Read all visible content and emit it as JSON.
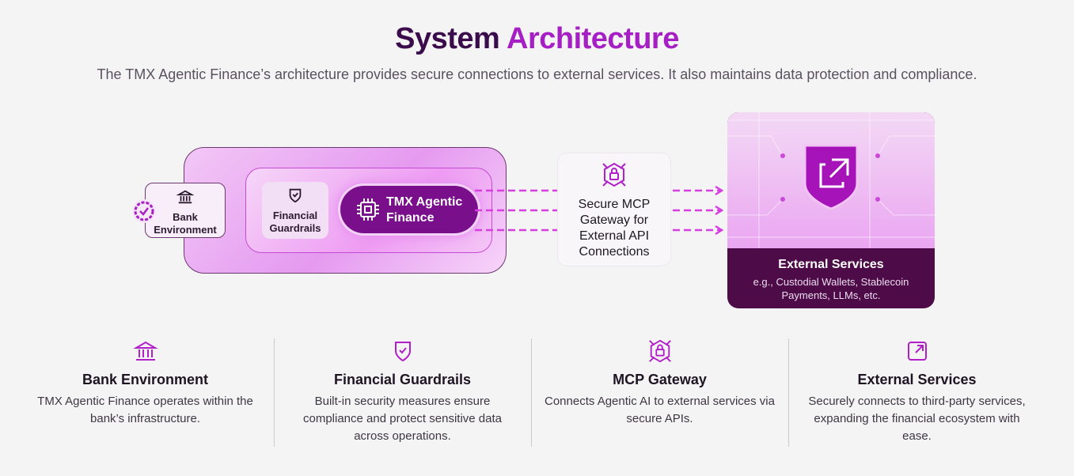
{
  "header": {
    "title_part1": "System",
    "title_part2": "Architecture",
    "subtitle": "The TMX Agentic Finance’s architecture provides secure connections to external services. It also maintains data protection and compliance."
  },
  "diagram": {
    "bank_label": "Bank Environment",
    "guardrails_label": "Financial Guardrails",
    "tmx_label": "TMX Agentic Finance",
    "gateway_label": "Secure MCP Gateway for External API Connections",
    "external_title": "External Services",
    "external_desc": "e.g., Custodial Wallets, Stablecoin Payments, LLMs, etc."
  },
  "features": [
    {
      "icon": "bank-icon",
      "title": "Bank Environment",
      "desc": "TMX Agentic Finance operates within the bank’s infrastructure."
    },
    {
      "icon": "shield-check-icon",
      "title": "Financial Guardrails",
      "desc": "Built-in security measures ensure compliance and protect sensitive data across operations."
    },
    {
      "icon": "lock-network-icon",
      "title": "MCP Gateway",
      "desc": "Connects Agentic AI to external services via secure APIs."
    },
    {
      "icon": "external-link-icon",
      "title": "External Services",
      "desc": "Securely connects to third-party services, expanding the financial ecosystem with ease."
    }
  ],
  "colors": {
    "brand_dark": "#3b0c4b",
    "brand_accent": "#a61fc4",
    "pill": "#7a0f8c",
    "external_footer": "#4d0c48"
  }
}
